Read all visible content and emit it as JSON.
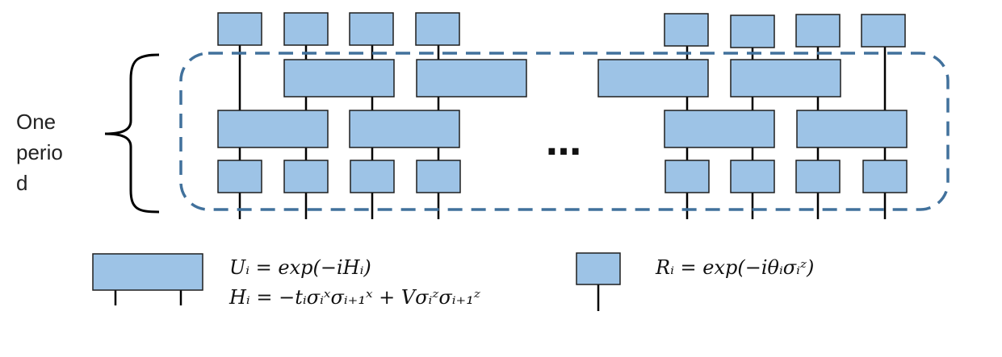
{
  "figure": {
    "period_label_lines": [
      "One",
      "perio",
      "d"
    ],
    "ellipsis": "…",
    "box_fill": "#9dc3e6",
    "box_stroke": "#1f1f1f",
    "dashed_stroke": "#41719c"
  },
  "legend": {
    "u_line": "Uᵢ = exp(−iHᵢ)",
    "h_line": "Hᵢ = −tᵢσᵢˣσᵢ₊₁ˣ + Vσᵢᶻσᵢ₊₁ᶻ",
    "r_line": "Rᵢ = exp(−iθᵢσᵢᶻ)"
  }
}
